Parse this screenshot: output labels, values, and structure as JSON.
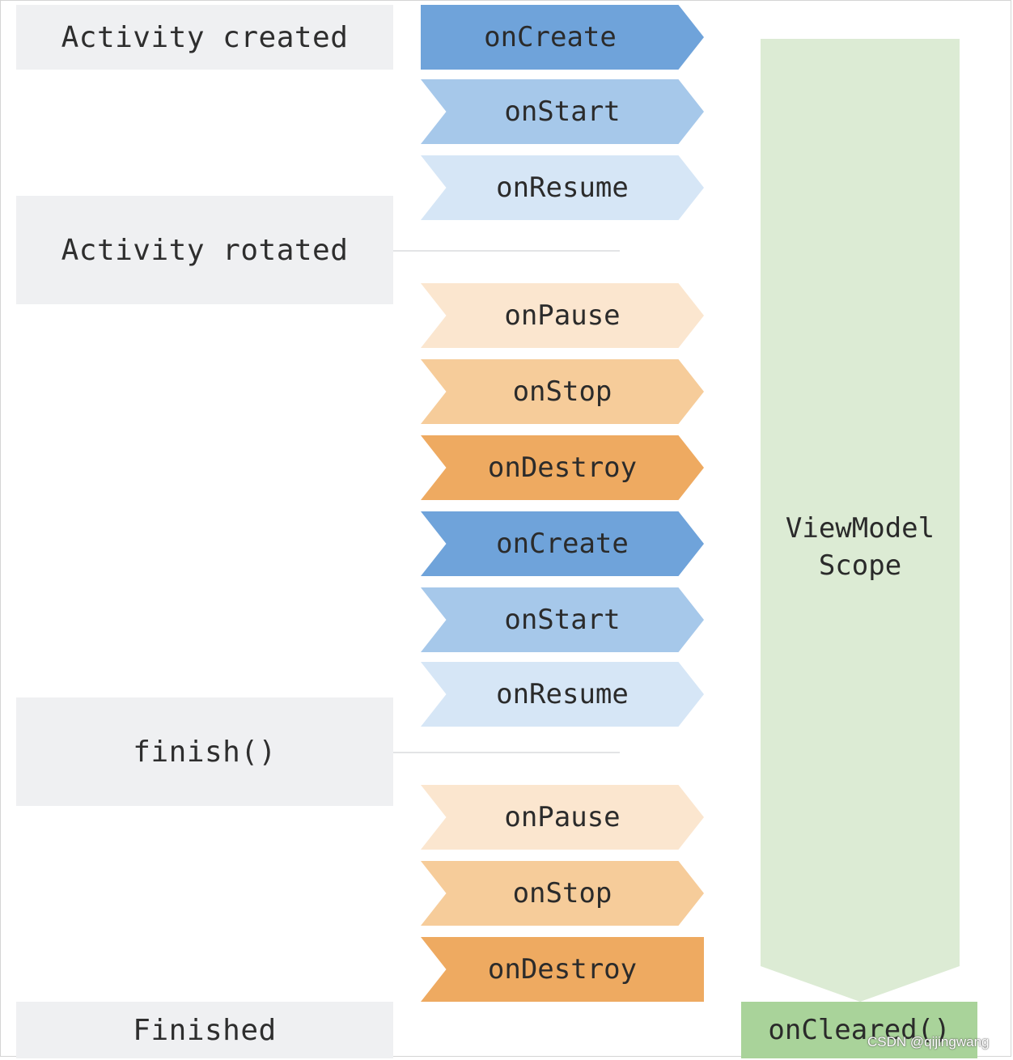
{
  "events": {
    "activity_created": "Activity created",
    "activity_rotated": "Activity rotated",
    "finish": "finish()",
    "finished": "Finished"
  },
  "lifecycle": [
    "onCreate",
    "onStart",
    "onResume",
    "onPause",
    "onStop",
    "onDestroy",
    "onCreate",
    "onStart",
    "onResume",
    "onPause",
    "onStop",
    "onDestroy"
  ],
  "scope": {
    "line1": "ViewModel",
    "line2": "Scope"
  },
  "cleared": "onCleared()",
  "watermark": "CSDN @qijingwang",
  "colors": {
    "create": "#6fa3da",
    "start": "#a6c8ea",
    "resume": "#d6e6f6",
    "pause": "#fbe6cf",
    "stop": "#f6cc9a",
    "destroy": "#eeaa61",
    "scope": "#dcebd4",
    "cleared": "#a9d39a",
    "event_box": "#eff0f2"
  }
}
